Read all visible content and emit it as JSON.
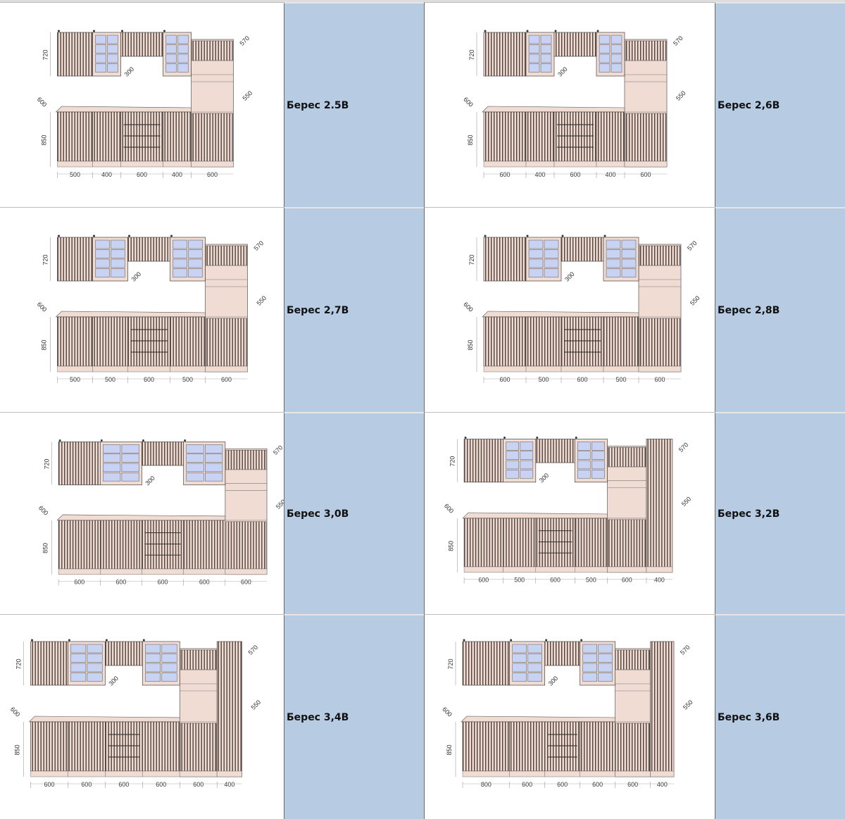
{
  "kitchens": [
    {
      "label": "Берес 2.5В",
      "widths": [
        500,
        400,
        600,
        400,
        600
      ],
      "tall": false
    },
    {
      "label": "Берес 2,6В",
      "widths": [
        600,
        400,
        600,
        400,
        600
      ],
      "tall": false
    },
    {
      "label": "Берес 2,7В",
      "widths": [
        500,
        500,
        600,
        500,
        600
      ],
      "tall": false
    },
    {
      "label": "Берес 2,8В",
      "widths": [
        600,
        500,
        600,
        500,
        600
      ],
      "tall": false
    },
    {
      "label": "Берес 3,0В",
      "widths": [
        600,
        600,
        600,
        600,
        600
      ],
      "tall": false
    },
    {
      "label": "Берес 3,2В",
      "widths": [
        600,
        500,
        600,
        500,
        600,
        400
      ],
      "tall": true
    },
    {
      "label": "Берес 3,4В",
      "widths": [
        600,
        600,
        600,
        600,
        600,
        400
      ],
      "tall": true
    },
    {
      "label": "Берес 3,6В",
      "widths": [
        800,
        600,
        600,
        600,
        600,
        400
      ],
      "tall": true
    }
  ],
  "dims": {
    "upper_height": "720",
    "lower_height": "850",
    "lower_depth": "600",
    "upper_depth": "300",
    "column_top": "570",
    "column_niche": "550"
  },
  "colors": {
    "body": "#f1dcd3",
    "stripe": "#4e403b",
    "glass": "#c8d2f2",
    "label_bg": "#b7cbe2"
  }
}
